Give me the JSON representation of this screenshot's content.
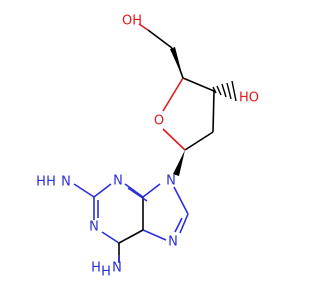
{
  "molecule": {
    "atoms": {
      "hydroxyl_top": "OH",
      "hydroxyl_right": "HO",
      "ring_oxygen": "O",
      "n9": "N",
      "n3": "N",
      "n1": "N",
      "n7": "N",
      "amine_left_n": "N",
      "amine_left_h": "H",
      "amine_left_h2": "H",
      "amine_bottom_h": "H",
      "amine_bottom_n": "N",
      "amine_bottom_h2": "H"
    },
    "colors": {
      "carbon_bond": "#000000",
      "nitrogen": "#2a2fd6",
      "oxygen": "#e01a1a"
    }
  }
}
